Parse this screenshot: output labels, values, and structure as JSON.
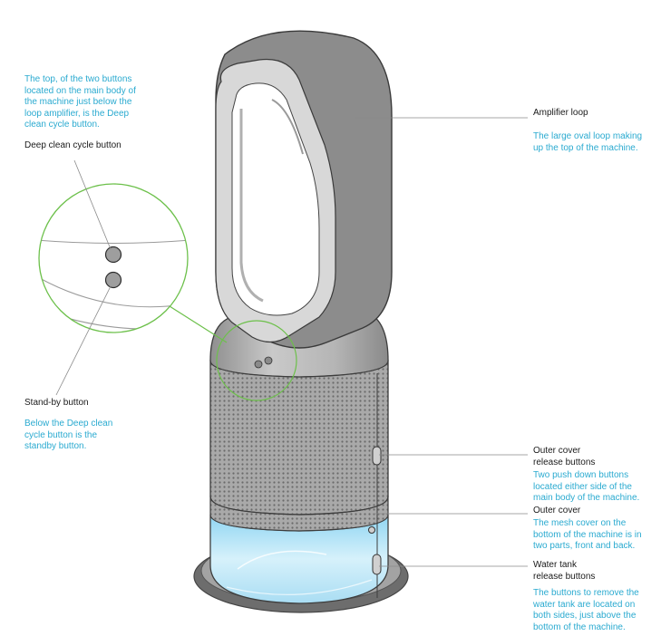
{
  "colors": {
    "label_text": "#1a1a1a",
    "description_text": "#2aaad0",
    "callout_circle": "#6cc04a",
    "leader_line": "#8a8a8a",
    "body_metal": "#b3b3b3",
    "mesh": "#7d7d7d",
    "water": "#bfe8f8"
  },
  "callouts": {
    "deep_clean": {
      "description": "The top, of the two buttons located on the main body of the machine just below the loop amplifier, is the Deep clean cycle button.",
      "label": "Deep clean cycle button"
    },
    "standby": {
      "label": "Stand-by button",
      "description": "Below the Deep clean cycle button is the standby button."
    },
    "amplifier_loop": {
      "label": "Amplifier loop",
      "description": "The large oval loop making up the top of the machine."
    },
    "outer_cover_release": {
      "label": "Outer cover release buttons",
      "description": "Two push down buttons located either side of the main body of the machine."
    },
    "outer_cover": {
      "label": "Outer cover",
      "description": "The mesh cover on the bottom of the machine is in two parts, front and back."
    },
    "water_tank_release": {
      "label": "Water tank release buttons",
      "description": "The buttons to remove the water tank are located on both sides, just above the bottom of the machine."
    }
  }
}
